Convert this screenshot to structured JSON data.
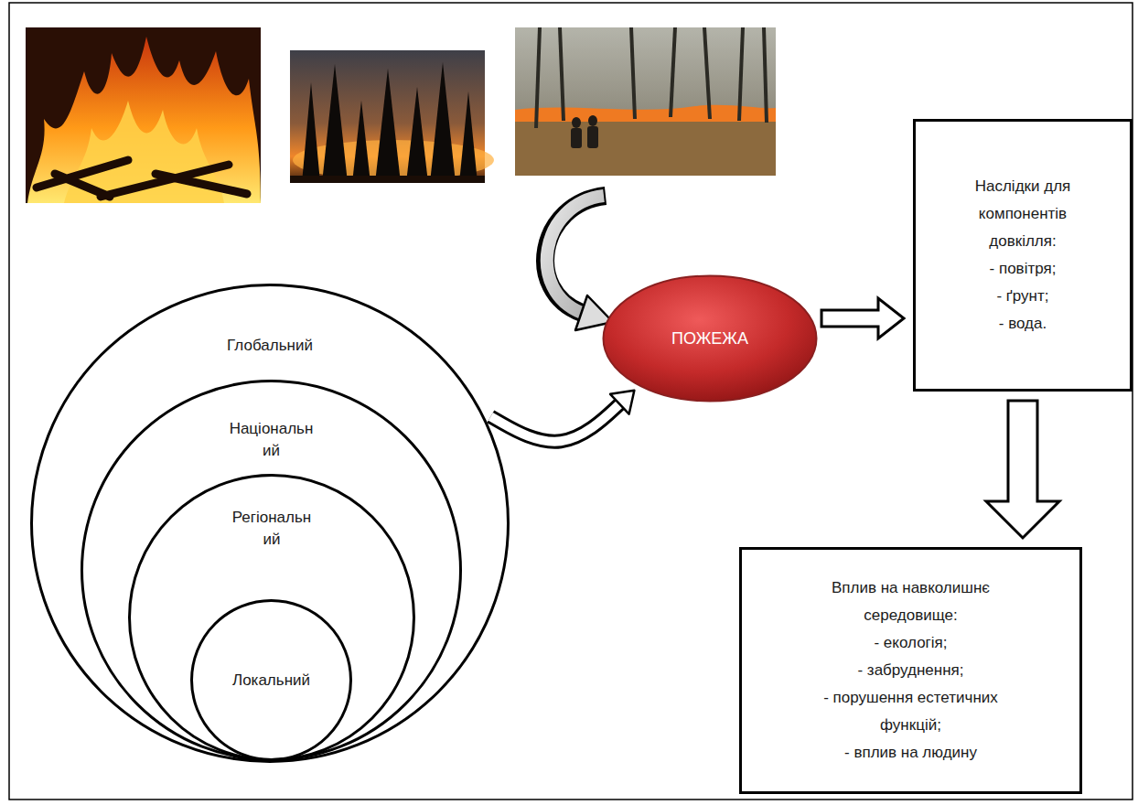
{
  "diagram": {
    "nodes": [
      {
        "text": [
          "Глобальний"
        ]
      },
      {
        "text": [
          "Національн ий"
        ],
        "in": 0
      },
      {
        "text": [
          "Регіональн ий"
        ],
        "in": 1
      },
      {
        "text": [
          "Локальний"
        ],
        "in": 2
      },
      {
        "text": [
          "ПОЖЕЖА"
        ]
      },
      {
        "text": [
          "Наслідки для компонентів довкілля:",
          "- повітря;",
          "- ґрунт;",
          "- вода."
        ]
      },
      {
        "text": [
          "Вплив на навколишнє середовище:",
          "- екологія;",
          "- забруднення;",
          "- порушення естетичних функцій;",
          "- вплив на людину"
        ]
      }
    ],
    "edges": [
      {
        "from": 0,
        "to": 4,
        "arrow": "to"
      },
      {
        "from": 4,
        "to": 5,
        "arrow": "to"
      },
      {
        "from": 5,
        "to": 6,
        "arrow": "to"
      }
    ]
  }
}
